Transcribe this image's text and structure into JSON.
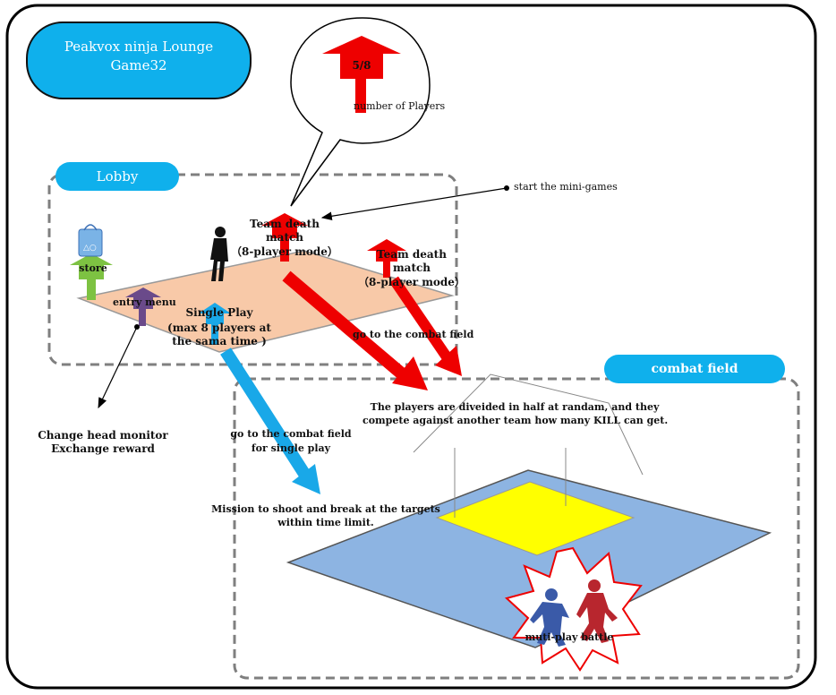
{
  "title": {
    "line1": "Peakvox ninja Lounge",
    "line2": "Game32"
  },
  "lobby": {
    "label": "Lobby",
    "store_label": "store",
    "entry_menu_label": "entry menu",
    "single_play_label": "Single Play",
    "single_play_desc1": "(max 8 players at",
    "single_play_desc2": "the sama time )",
    "team1_line1": "Team death",
    "team1_line2": "match",
    "team1_line3": "（8-player mode）",
    "team2_line1": "Team death",
    "team2_line2": "match",
    "team2_line3": "（8-player mode）"
  },
  "callout": {
    "value": "5/8",
    "caption": "number of Players"
  },
  "annotations": {
    "start_minigames": "start the mini-games",
    "change_head_line1": "Change head monitor",
    "change_head_line2": "Exchange reward",
    "go_combat": "go to the combat field",
    "go_combat_single1": "go to the combat field",
    "go_combat_single2": "for single play",
    "team_desc1": "The players are diveided in half at randam, and they",
    "team_desc2": "compete against another team how many KILL can get.",
    "mission1": "Mission to shoot and break at the targets",
    "mission2": "within time limit.",
    "battle": "muti-play battle"
  },
  "combat_field": {
    "label": "combat field"
  },
  "colors": {
    "accent_blue": "#0fb0ec",
    "team_red": "#ee0000",
    "single_blue": "#19a8e8",
    "store_green": "#7dc242",
    "entry_purple": "#6a4a8a",
    "lobby_floor": "#f8c9a8",
    "combat_floor": "#8db4e2",
    "target_yellow": "#ffff00"
  }
}
